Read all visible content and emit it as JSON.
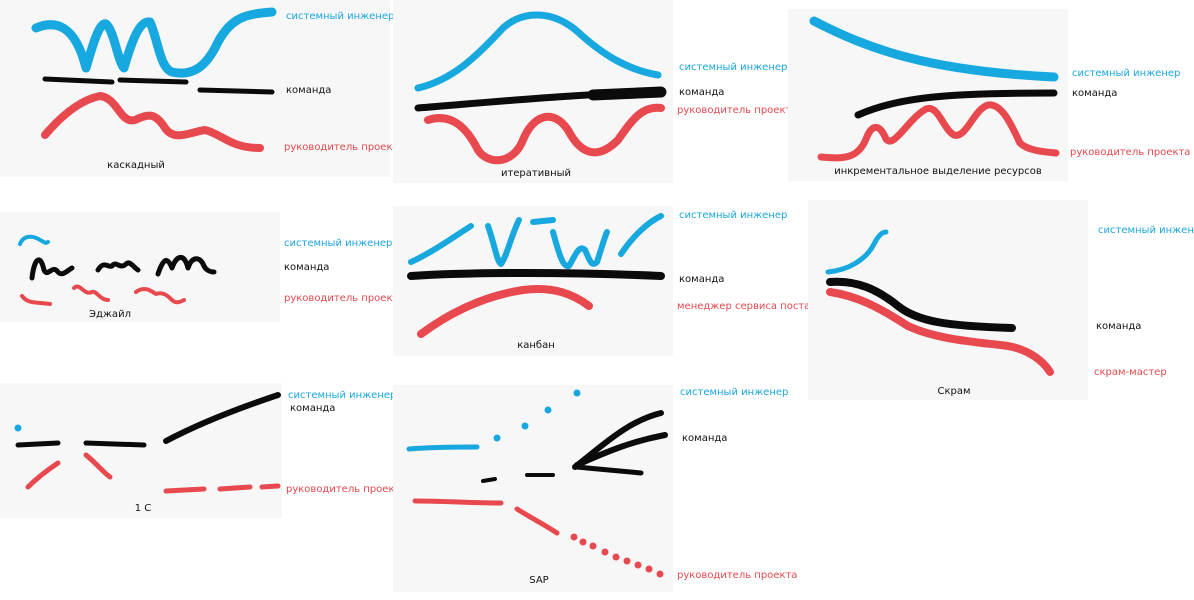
{
  "colors": {
    "engineer": "#17a8e0",
    "team": "#0b0b0b",
    "manager": "#e8494f",
    "panel_bg": "#f7f7f7"
  },
  "panels": {
    "cascade": {
      "caption": "каскадный",
      "engineer": "системный инженер",
      "team": "команда",
      "manager": "руководитель проекта"
    },
    "iterative": {
      "caption": "итеративный",
      "engineer": "системный инженер",
      "team": "команда",
      "manager": "руководитель проекта"
    },
    "incremental": {
      "caption": "инкрементальное выделение ресурсов",
      "engineer": "системный инженер",
      "team": "команда",
      "manager": "руководитель проекта"
    },
    "agile": {
      "caption": "Эджайл",
      "engineer": "системный инженер",
      "team": "команда",
      "manager": "руководитель проекта"
    },
    "kanban": {
      "caption": "канбан",
      "engineer": "системный инженер",
      "team": "команда",
      "manager": "менеджер сервиса поставки"
    },
    "scrum": {
      "caption": "Скрам",
      "engineer": "системный инженер",
      "team": "команда",
      "manager": "скрам-мастер"
    },
    "onec": {
      "caption": "1 С",
      "engineer": "системный инженер",
      "team": "команда",
      "manager": "руководитель проекта"
    },
    "sap": {
      "caption": "SAP",
      "engineer": "системный инженер",
      "team": "команда",
      "manager": "руководитель проекта"
    }
  }
}
